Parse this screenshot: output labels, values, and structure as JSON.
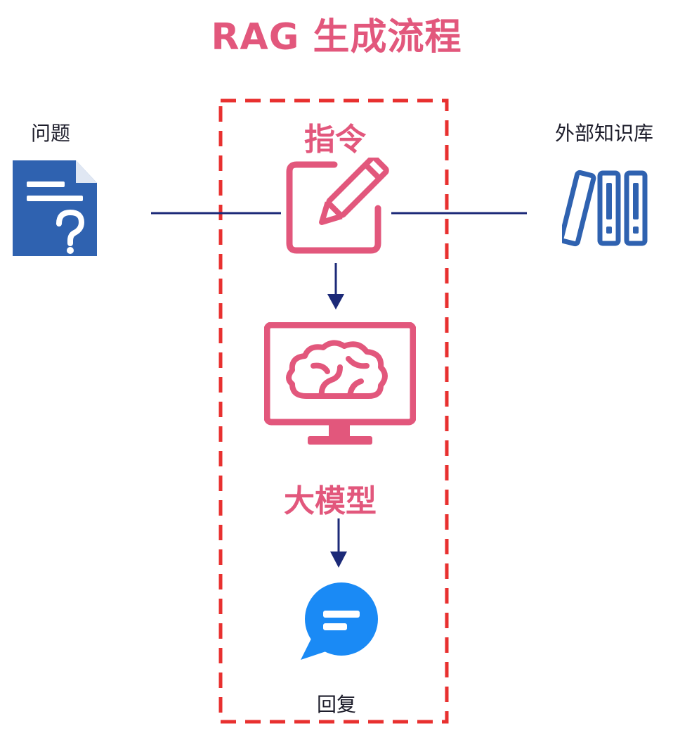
{
  "title": "RAG 生成流程",
  "nodes": {
    "question": {
      "label": "问题",
      "icon": "question-document-icon"
    },
    "knowledge": {
      "label": "外部知识库",
      "icon": "books-icon"
    },
    "instruction": {
      "label": "指令",
      "icon": "edit-pencil-icon"
    },
    "model": {
      "label": "大模型",
      "icon": "monitor-brain-icon"
    },
    "reply": {
      "label": "回复",
      "icon": "chat-bubble-icon"
    }
  },
  "colors": {
    "accent_pink": "#e2577c",
    "dashed_frame": "#e8302f",
    "connector_navy": "#1c2a78",
    "doc_blue": "#2f62b0",
    "bubble_blue": "#1a8af5",
    "text_dark": "#1d1d2b"
  }
}
